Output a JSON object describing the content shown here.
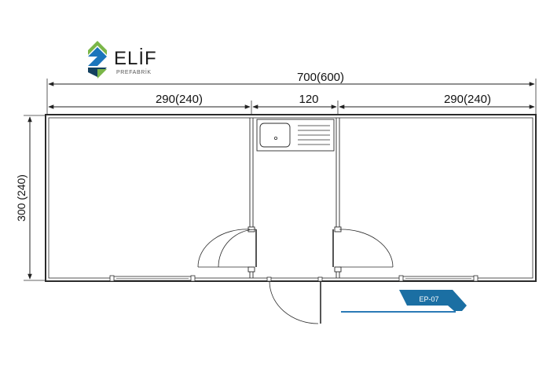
{
  "brand": {
    "name": "ELİF",
    "subtitle": "PREFABRİK",
    "colors": {
      "green": "#7ab648",
      "blue": "#1b75bb",
      "navy": "#14415f"
    }
  },
  "dimensions": {
    "total_width": "700(600)",
    "left_room": "290(240)",
    "middle_room": "120",
    "right_room": "290(240)",
    "height": "300 (240)"
  },
  "plan_code": "EP-07",
  "colors": {
    "line": "#2b2b2b",
    "badge": "#1b6fa3",
    "badge_line": "#2a7ab6"
  },
  "icons": [
    "sink-icon",
    "door-swing-icon",
    "window-icon"
  ]
}
